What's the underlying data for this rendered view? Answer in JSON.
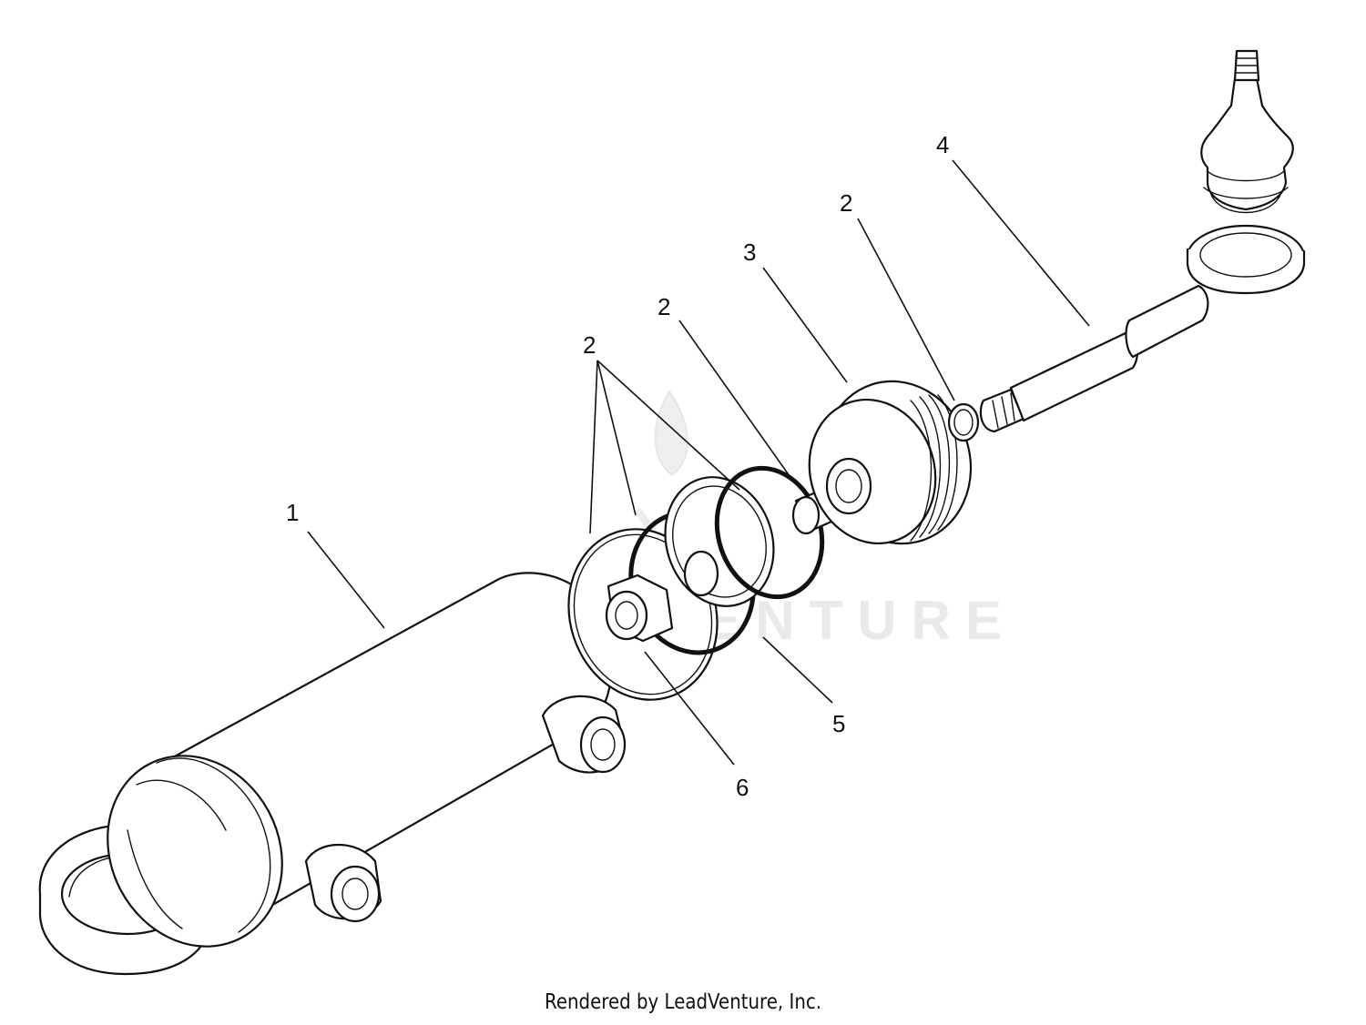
{
  "diagram": {
    "watermark": "LEADVENTURE",
    "credit": "Rendered by LeadVenture, Inc.",
    "callouts": [
      {
        "id": "c1",
        "text": "1"
      },
      {
        "id": "c2a",
        "text": "2"
      },
      {
        "id": "c2b",
        "text": "2"
      },
      {
        "id": "c2c",
        "text": "2"
      },
      {
        "id": "c3",
        "text": "3"
      },
      {
        "id": "c4",
        "text": "4"
      },
      {
        "id": "c5",
        "text": "5"
      },
      {
        "id": "c6",
        "text": "6"
      }
    ],
    "colors": {
      "line": "#111111",
      "background": "#ffffff",
      "watermark": "#e9e9e9"
    }
  }
}
